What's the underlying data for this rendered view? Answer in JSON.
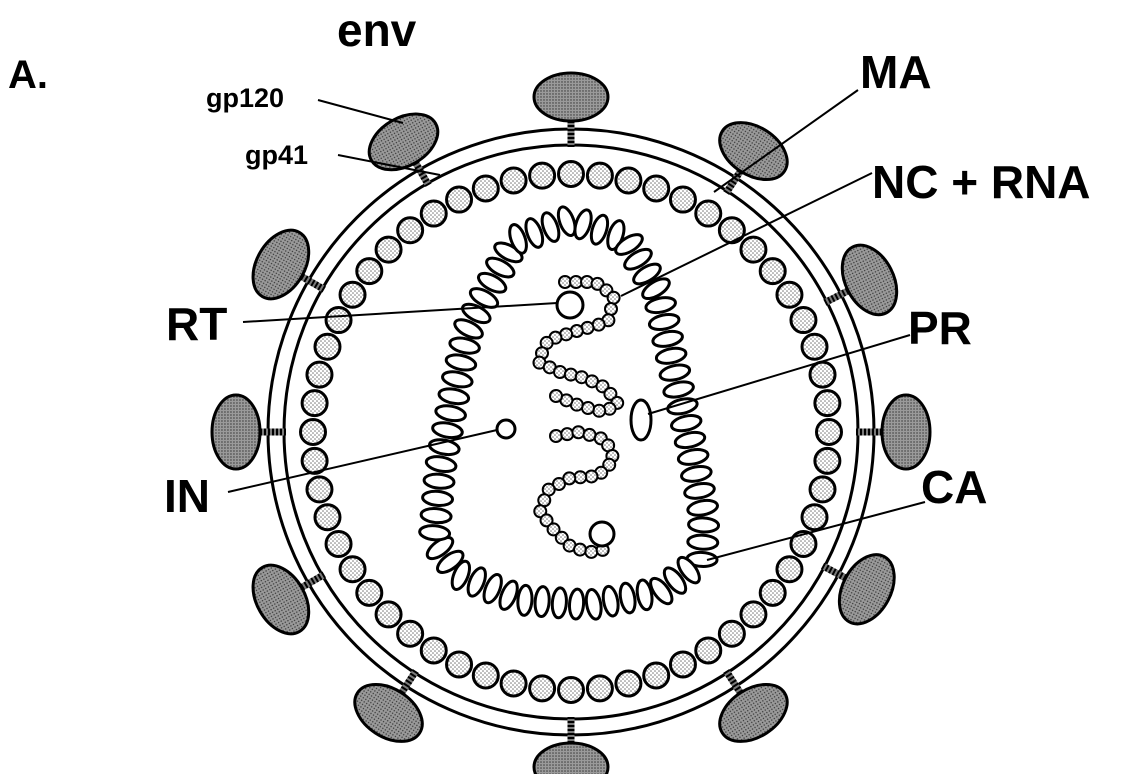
{
  "figure": {
    "panel_label": "A.",
    "env_label": "env",
    "colors": {
      "ink": "#000000",
      "background": "#ffffff",
      "dark_stipple": "#8c8c8c",
      "light_stipple": "#d6d6d6"
    }
  },
  "labels": {
    "gp120": "gp120",
    "gp41": "gp41",
    "MA": "MA",
    "NC_RNA": "NC + RNA",
    "RT": "RT",
    "PR": "PR",
    "IN": "IN",
    "CA": "CA"
  }
}
